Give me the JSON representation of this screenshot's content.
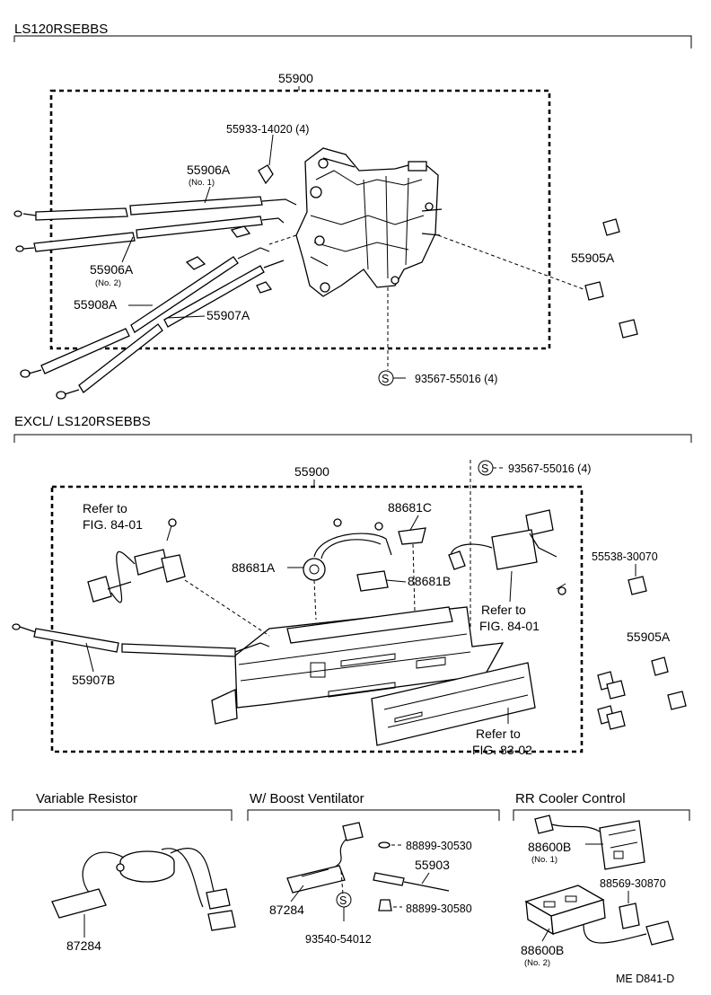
{
  "sections": {
    "top_header": "LS120RSEBBS",
    "mid_header": "EXCL/ LS120RSEBBS",
    "variable_resistor_header": "Variable Resistor",
    "boost_ventilator_header": "W/ Boost Ventilator",
    "rr_cooler_header": "RR Cooler Control"
  },
  "top": {
    "assembly": "55900",
    "screw_qty_label": "55933-14020 (4)",
    "cable_55906a_no1": "55906A",
    "cable_55906a_no1_note": "(No. 1)",
    "cable_55906a_no2": "55906A",
    "cable_55906a_no2_note": "(No. 2)",
    "cable_55908a": "55908A",
    "cable_55907a": "55907A",
    "knob_55905a": "55905A",
    "screw_s_symbol": "S",
    "screw_93567": "93567-55016 (4)"
  },
  "mid": {
    "assembly": "55900",
    "screw_s_symbol": "S",
    "screw_93567": "93567-55016 (4)",
    "refer_to_left_1": "Refer to",
    "refer_to_left_2": "FIG. 84-01",
    "part_88681a": "88681A",
    "part_88681b": "88681B",
    "part_88681c": "88681C",
    "refer_to_right_1": "Refer to",
    "refer_to_right_2": "FIG. 84-01",
    "part_55538": "55538-30070",
    "knob_55905a": "55905A",
    "cable_55907b": "55907B",
    "refer_to_bottom_1": "Refer to",
    "refer_to_bottom_2": "FIG. 83-02"
  },
  "bottom": {
    "vr_part": "87284",
    "bv_part_87284": "87284",
    "bv_screw_s_symbol": "S",
    "bv_screw_93540": "93540-54012",
    "bv_part_88899_30530": "88899-30530",
    "bv_part_55903": "55903",
    "bv_part_88899_30580": "88899-30580",
    "rr_part_88600b_no1": "88600B",
    "rr_part_88600b_no1_note": "(No. 1)",
    "rr_part_88569": "88569-30870",
    "rr_part_88600b_no2": "88600B",
    "rr_part_88600b_no2_note": "(No. 2)",
    "diagram_code": "ME  D841-D"
  }
}
